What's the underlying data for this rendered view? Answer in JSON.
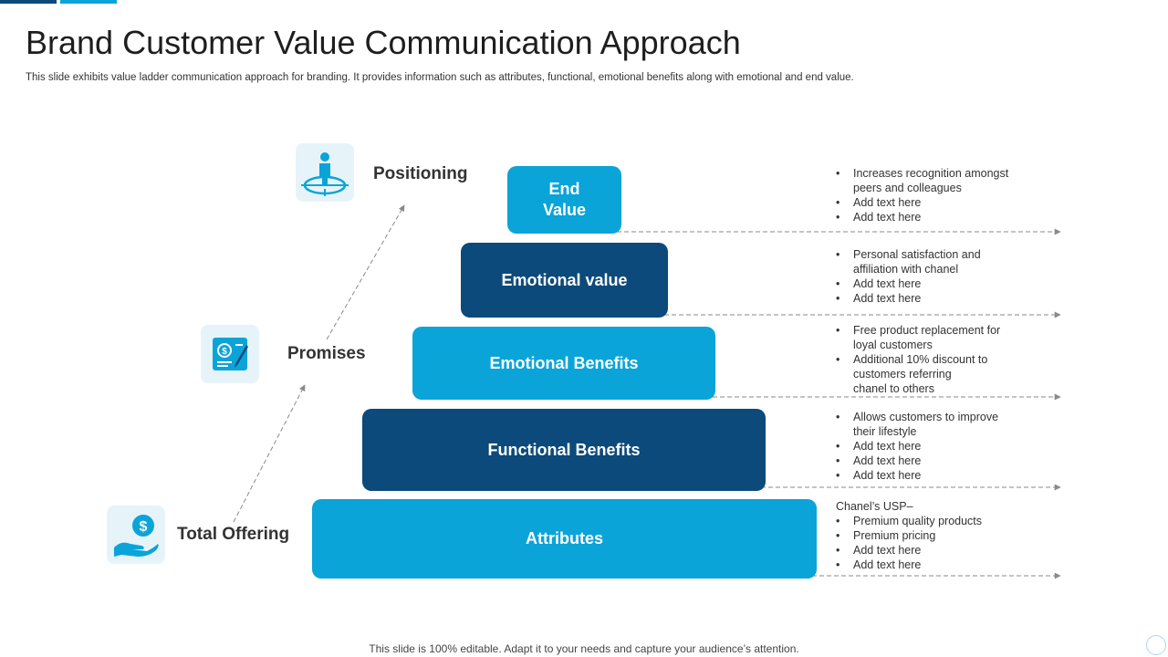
{
  "slide": {
    "title": "Brand Customer Value Communication Approach",
    "subtitle": "This slide exhibits value ladder communication approach for branding. It provides information such as attributes, functional, emotional benefits along with emotional and end value.",
    "footer": "This slide is 100% editable. Adapt it to your needs and capture your audience’s attention."
  },
  "colors": {
    "light_blue": "#0aa4d8",
    "dark_blue": "#0b4a7a",
    "icon_tile_bg": "#e6f4fa",
    "arrow_gray": "#8a8a8a"
  },
  "stages": [
    {
      "label": "Positioning",
      "icon": "person-target-icon"
    },
    {
      "label": "Promises",
      "icon": "certificate-pen-icon"
    },
    {
      "label": "Total Offering",
      "icon": "hand-coin-icon"
    }
  ],
  "ladder": [
    {
      "step_lines": [
        "End",
        "Value"
      ],
      "lead": "",
      "bullets": [
        "Increases recognition amongst",
        "peers and colleagues",
        "Add text here",
        "Add text here"
      ]
    },
    {
      "step_lines": [
        "Emotional value"
      ],
      "lead": "",
      "bullets": [
        "Personal satisfaction and",
        "affiliation with chanel",
        "Add text here",
        "Add text here"
      ]
    },
    {
      "step_lines": [
        "Emotional Benefits"
      ],
      "lead": "",
      "bullets": [
        "Free product replacement for",
        " loyal customers",
        "Additional 10% discount to",
        "customers referring",
        " chanel to others"
      ]
    },
    {
      "step_lines": [
        "Functional Benefits"
      ],
      "lead": "",
      "bullets": [
        "Allows customers to improve",
        "their lifestyle",
        "Add text here",
        "Add text here",
        "Add text here"
      ]
    },
    {
      "step_lines": [
        "Attributes"
      ],
      "lead": "Chanel’s USP–",
      "bullets": [
        "Premium quality products",
        "Premium pricing",
        "Add text here",
        "Add text here"
      ]
    }
  ]
}
